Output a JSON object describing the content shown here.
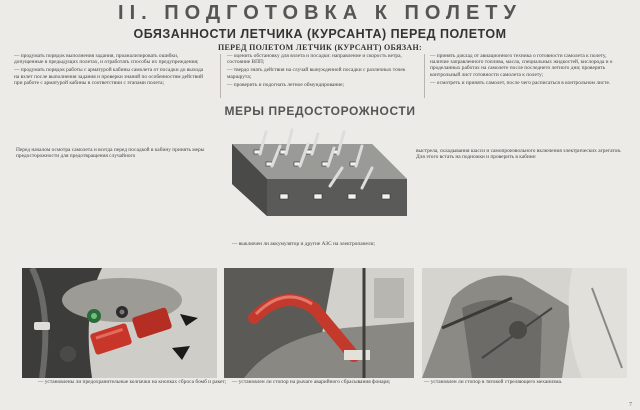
{
  "header": {
    "title": "II. ПОДГОТОВКА К ПОЛЕТУ",
    "subtitle": "ОБЯЗАННОСТИ ЛЕТЧИКА (КУРСАНТА) ПЕРЕД ПОЛЕТОМ",
    "subhead": "ПЕРЕД ПОЛЕТОМ ЛЕТЧИК (КУРСАНТ) ОБЯЗАН:"
  },
  "duties_left": [
    "— продумать порядок выполнения задания, проанализировать ошибки, допущенные в предыдущих полетах, и отработать способы их предупреждения;",
    "— продумать порядок работы с арматурой кабины самолета от посадки до выхода на взлет после выполнения задания и проверки знаний по особенностям действий при работе с арматурой кабины в соответствии с этапами полета;"
  ],
  "duties_mid": [
    "— оценить обстановку для взлета и посадки: направление и скорость ветра, состояние ВПП;",
    "— твердо знать действия на случай вынужденной посадки с различных точек маршрута;",
    "— проверить и подогнать летное обмундирование;"
  ],
  "duties_right": [
    "— принять доклад от авиационного техника о готовности самолета к полету, наличие заправленного топлива, масла, специальных жидкостей, кислорода и о проделанных работах на самолете после последнего летного дня; проверить контрольный лист готовности самолета к полету;",
    "— осмотреть и принять самолет, после чего расписаться в контрольном листе."
  ],
  "precautions": {
    "heading": "МЕРЫ ПРЕДОСТОРОЖНОСТИ",
    "intro_left": "Перед началом осмотра самолета и всегда перед посадкой в кабину принять меры предосторожности   для предотвращения случайного",
    "intro_right": "выстрела, складывания шасси и самопроизвольного включения электрических агрегатов. Для этого встать на подножки и проверить в кабине:",
    "center_caption": "— выключен ли аккумулятор и другие АЗС на электропанели;"
  },
  "bottom_captions": [
    "— установлены ли предохранительные колпачки на кнопках сброса бомб и ракет;",
    "— установлен ли стопор на рычаге аварийного сбрасывания фонаря;",
    "— установлен ли стопор в тяговой стреляющего механизма."
  ],
  "page_number": "7",
  "colors": {
    "paper": "#ecebe7",
    "ink": "#222222",
    "red_cap": "#c8362a",
    "red_lever": "#c33a2c"
  }
}
